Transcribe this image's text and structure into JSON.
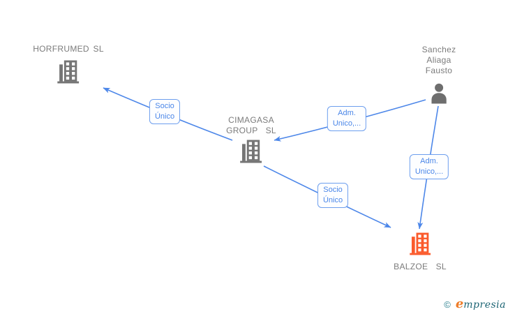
{
  "diagram": {
    "background": "#ffffff",
    "colors": {
      "edge": "#4d87e9",
      "edge_label_text": "#4a86e8",
      "edge_label_border": "#6d9eee",
      "node_label_gray": "#7b7b7b",
      "company_icon_gray": "#757575",
      "company_icon_orange": "#fb5a2b",
      "person_icon_gray": "#6e6e6e"
    },
    "nodes": [
      {
        "id": "horfrumed",
        "type": "company",
        "label": "HORFRUMED SL",
        "color": "#757575"
      },
      {
        "id": "cimagasa",
        "type": "company",
        "label": "CIMAGASA\nGROUP  SL",
        "color": "#757575"
      },
      {
        "id": "sanchez",
        "type": "person",
        "label": "Sanchez\nAliaga\nFausto",
        "color": "#6e6e6e"
      },
      {
        "id": "balzoe",
        "type": "company",
        "label": "BALZOE  SL",
        "color": "#fb5a2b"
      }
    ],
    "edges": [
      {
        "from": "cimagasa",
        "to": "horfrumed",
        "label": "Socio\nÚnico"
      },
      {
        "from": "sanchez",
        "to": "cimagasa",
        "label": "Adm.\nUnico,..."
      },
      {
        "from": "sanchez",
        "to": "balzoe",
        "label": "Adm.\nUnico,..."
      },
      {
        "from": "cimagasa",
        "to": "balzoe",
        "label": "Socio\nÚnico"
      }
    ],
    "watermark": {
      "copyright": "©",
      "brand_initial": "e",
      "brand_rest": "mpresia"
    }
  }
}
